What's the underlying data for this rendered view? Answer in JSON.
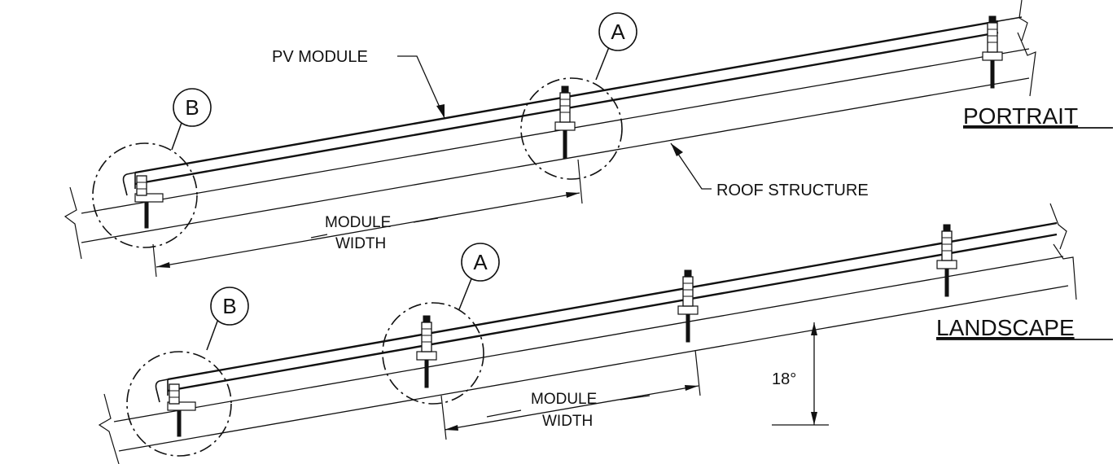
{
  "labels": {
    "pv_module": "PV MODULE",
    "roof_structure": "ROOF STRUCTURE",
    "portrait": "PORTRAIT",
    "landscape": "LANDSCAPE",
    "module": "MODULE",
    "width": "WIDTH",
    "angle": "18°"
  },
  "details": {
    "a": "A",
    "b": "B"
  },
  "colors": {
    "ink": "#111111",
    "paper": "#ffffff"
  }
}
